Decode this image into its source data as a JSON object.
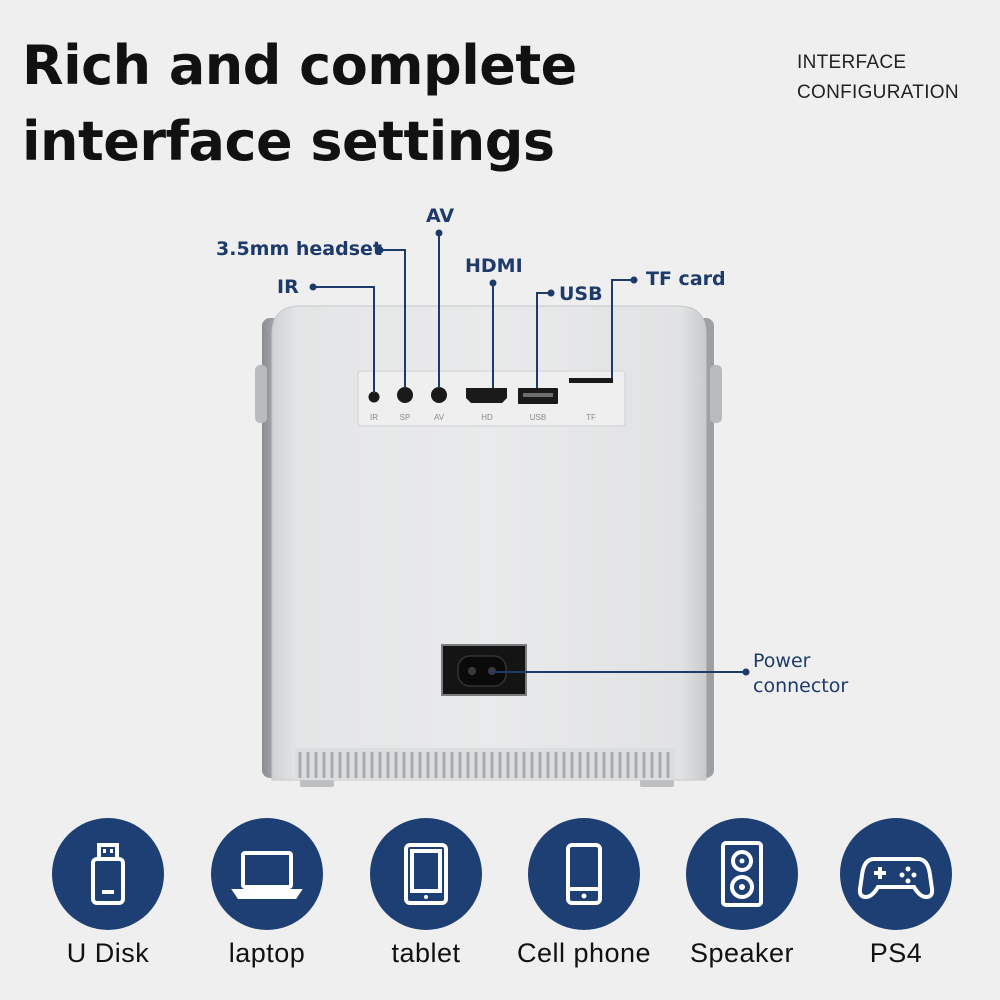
{
  "header": {
    "title_line1": "Rich and complete",
    "title_line2": "interface settings",
    "tag_line1": "INTERFACE",
    "tag_line2": "CONFIGURATION"
  },
  "callouts": {
    "av": "AV",
    "headset": "3.5mm headset",
    "hdmi": "HDMI",
    "ir": "IR",
    "usb": "USB",
    "tf": "TF card",
    "power_line1": "Power",
    "power_line2": "connector"
  },
  "port_labels": {
    "ir": "IR",
    "sp": "SP",
    "av": "AV",
    "hd": "HD",
    "usb": "USB",
    "tf": "TF"
  },
  "devices": [
    {
      "label": "U Disk",
      "icon": "usb-drive-icon"
    },
    {
      "label": "laptop",
      "icon": "laptop-icon"
    },
    {
      "label": "tablet",
      "icon": "tablet-icon"
    },
    {
      "label": "Cell phone",
      "icon": "cell-phone-icon"
    },
    {
      "label": "Speaker",
      "icon": "speaker-icon"
    },
    {
      "label": "PS4",
      "icon": "gamepad-icon"
    }
  ],
  "colors": {
    "accent": "#1d3f74",
    "callout_text": "#1d3a6b",
    "background": "#efefef"
  }
}
